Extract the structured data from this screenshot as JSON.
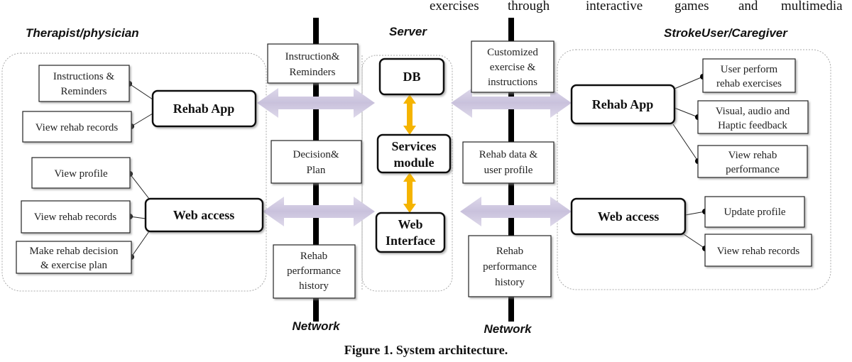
{
  "body_text": [
    "exercises",
    "through",
    "interactive",
    "games",
    "and",
    "multimedia"
  ],
  "groups": {
    "therapist": "Therapist/physician",
    "server": "Server",
    "user": "StrokeUser/Caregiver"
  },
  "network_label": "Network",
  "therapist": {
    "rehab_app": "Rehab App",
    "web_access": "Web access",
    "items": [
      [
        "Instructions &",
        "Reminders"
      ],
      [
        "View rehab records"
      ],
      [
        "View profile"
      ],
      [
        "View rehab records"
      ],
      [
        "Make rehab decision",
        "& exercise plan"
      ]
    ]
  },
  "network_left": [
    [
      "Instruction&",
      "Reminders"
    ],
    [
      "Decision&",
      "Plan"
    ],
    [
      "Rehab",
      "performance",
      "history"
    ]
  ],
  "server": {
    "db": "DB",
    "services": [
      "Services",
      "module"
    ],
    "web_interface": [
      "Web",
      "Interface"
    ]
  },
  "network_right": [
    [
      "Customized",
      "exercise &",
      "instructions"
    ],
    [
      "Rehab data &",
      "user profile"
    ],
    [
      "Rehab",
      "performance",
      "history"
    ]
  ],
  "user": {
    "rehab_app": "Rehab App",
    "web_access": "Web access",
    "items": [
      [
        "User perform",
        "rehab exercises"
      ],
      [
        "Visual, audio and",
        "Haptic feedback"
      ],
      [
        "View rehab",
        "performance"
      ],
      [
        "Update profile"
      ],
      [
        "View rehab records"
      ]
    ]
  },
  "caption": "Figure 1. System architecture.",
  "colors": {
    "data_arrow": "#cfc8e0",
    "internal_arrow": "#f5b400"
  }
}
